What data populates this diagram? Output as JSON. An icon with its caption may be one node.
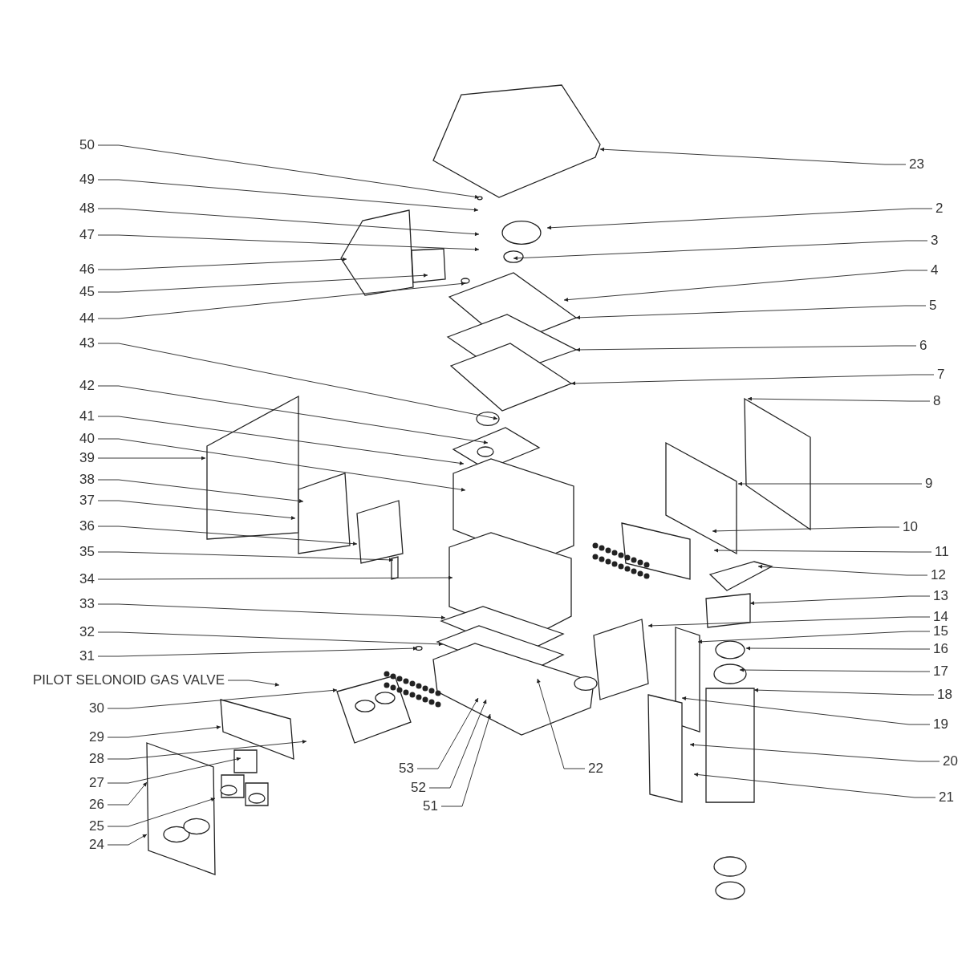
{
  "diagram": {
    "nodes": [
      {
        "text": [
          "50"
        ]
      },
      {
        "text": [
          "49"
        ]
      },
      {
        "text": [
          "48"
        ]
      },
      {
        "text": [
          "47"
        ]
      },
      {
        "text": [
          "46"
        ]
      },
      {
        "text": [
          "45"
        ]
      },
      {
        "text": [
          "44"
        ]
      },
      {
        "text": [
          "43"
        ]
      },
      {
        "text": [
          "42"
        ]
      },
      {
        "text": [
          "41"
        ]
      },
      {
        "text": [
          "40"
        ]
      },
      {
        "text": [
          "39"
        ]
      },
      {
        "text": [
          "38"
        ]
      },
      {
        "text": [
          "37"
        ]
      },
      {
        "text": [
          "36"
        ]
      },
      {
        "text": [
          "35"
        ]
      },
      {
        "text": [
          "34"
        ]
      },
      {
        "text": [
          "33"
        ]
      },
      {
        "text": [
          "32"
        ]
      },
      {
        "text": [
          "31"
        ]
      },
      {
        "text": [
          "PILOT SELONOID GAS VALVE"
        ]
      },
      {
        "text": [
          "30"
        ]
      },
      {
        "text": [
          "29"
        ]
      },
      {
        "text": [
          "28"
        ]
      },
      {
        "text": [
          "27"
        ]
      },
      {
        "text": [
          "26"
        ]
      },
      {
        "text": [
          "25"
        ]
      },
      {
        "text": [
          "24"
        ]
      },
      {
        "text": [
          "53"
        ]
      },
      {
        "text": [
          "52"
        ]
      },
      {
        "text": [
          "51"
        ]
      },
      {
        "text": [
          "22"
        ]
      },
      {
        "text": [
          "23"
        ]
      },
      {
        "text": [
          "2"
        ]
      },
      {
        "text": [
          "3"
        ]
      },
      {
        "text": [
          "4"
        ]
      },
      {
        "text": [
          "5"
        ]
      },
      {
        "text": [
          "6"
        ]
      },
      {
        "text": [
          "7"
        ]
      },
      {
        "text": [
          "8"
        ]
      },
      {
        "text": [
          "9"
        ]
      },
      {
        "text": [
          "10"
        ]
      },
      {
        "text": [
          "11"
        ]
      },
      {
        "text": [
          "12"
        ]
      },
      {
        "text": [
          "13"
        ]
      },
      {
        "text": [
          "14"
        ]
      },
      {
        "text": [
          "15"
        ]
      },
      {
        "text": [
          "16"
        ]
      },
      {
        "text": [
          "17"
        ]
      },
      {
        "text": [
          "18"
        ]
      },
      {
        "text": [
          "19"
        ]
      },
      {
        "text": [
          "20"
        ]
      },
      {
        "text": [
          "21"
        ]
      }
    ],
    "edges": [
      {
        "from": 0,
        "to": null,
        "arrow": "to"
      },
      {
        "from": 1,
        "to": null,
        "arrow": "to"
      },
      {
        "from": 2,
        "to": null,
        "arrow": "to"
      },
      {
        "from": 3,
        "to": null,
        "arrow": "to"
      },
      {
        "from": 4,
        "to": null,
        "arrow": "to"
      },
      {
        "from": 5,
        "to": null,
        "arrow": "to"
      },
      {
        "from": 6,
        "to": null,
        "arrow": "to"
      },
      {
        "from": 7,
        "to": null,
        "arrow": "to"
      },
      {
        "from": 8,
        "to": null,
        "arrow": "to"
      },
      {
        "from": 9,
        "to": null,
        "arrow": "to"
      },
      {
        "from": 10,
        "to": null,
        "arrow": "to"
      },
      {
        "from": 11,
        "to": null,
        "arrow": "to"
      },
      {
        "from": 12,
        "to": null,
        "arrow": "to"
      },
      {
        "from": 13,
        "to": null,
        "arrow": "to"
      },
      {
        "from": 14,
        "to": null,
        "arrow": "to"
      },
      {
        "from": 15,
        "to": null,
        "arrow": "to"
      },
      {
        "from": 16,
        "to": null,
        "arrow": "to"
      },
      {
        "from": 17,
        "to": null,
        "arrow": "to"
      },
      {
        "from": 18,
        "to": null,
        "arrow": "to"
      },
      {
        "from": 19,
        "to": null,
        "arrow": "to"
      },
      {
        "from": 20,
        "to": null,
        "arrow": "to"
      },
      {
        "from": 21,
        "to": null,
        "arrow": "to"
      },
      {
        "from": 22,
        "to": null,
        "arrow": "to"
      },
      {
        "from": 23,
        "to": null,
        "arrow": "to"
      },
      {
        "from": 24,
        "to": null,
        "arrow": "to"
      },
      {
        "from": 25,
        "to": null,
        "arrow": "to"
      },
      {
        "from": 26,
        "to": null,
        "arrow": "to"
      },
      {
        "from": 27,
        "to": null,
        "arrow": "to"
      },
      {
        "from": 28,
        "to": null,
        "arrow": "to"
      },
      {
        "from": 29,
        "to": null,
        "arrow": "to"
      },
      {
        "from": 30,
        "to": null,
        "arrow": "to"
      },
      {
        "from": 31,
        "to": null,
        "arrow": "to"
      },
      {
        "from": 32,
        "to": null,
        "arrow": "to"
      },
      {
        "from": 33,
        "to": null,
        "arrow": "to"
      },
      {
        "from": 34,
        "to": null,
        "arrow": "to"
      },
      {
        "from": 35,
        "to": null,
        "arrow": "to"
      },
      {
        "from": 36,
        "to": null,
        "arrow": "to"
      },
      {
        "from": 37,
        "to": null,
        "arrow": "to"
      },
      {
        "from": 38,
        "to": null,
        "arrow": "to"
      },
      {
        "from": 39,
        "to": null,
        "arrow": "to"
      },
      {
        "from": 40,
        "to": null,
        "arrow": "to"
      },
      {
        "from": 41,
        "to": null,
        "arrow": "to"
      },
      {
        "from": 42,
        "to": null,
        "arrow": "to"
      },
      {
        "from": 43,
        "to": null,
        "arrow": "to"
      },
      {
        "from": 44,
        "to": null,
        "arrow": "to"
      },
      {
        "from": 45,
        "to": null,
        "arrow": "to"
      },
      {
        "from": 46,
        "to": null,
        "arrow": "to"
      },
      {
        "from": 47,
        "to": null,
        "arrow": "to"
      },
      {
        "from": 48,
        "to": null,
        "arrow": "to"
      },
      {
        "from": 49,
        "to": null,
        "arrow": "to"
      },
      {
        "from": 50,
        "to": null,
        "arrow": "to"
      },
      {
        "from": 51,
        "to": null,
        "arrow": "to"
      },
      {
        "from": 52,
        "to": null,
        "arrow": "to"
      }
    ]
  }
}
